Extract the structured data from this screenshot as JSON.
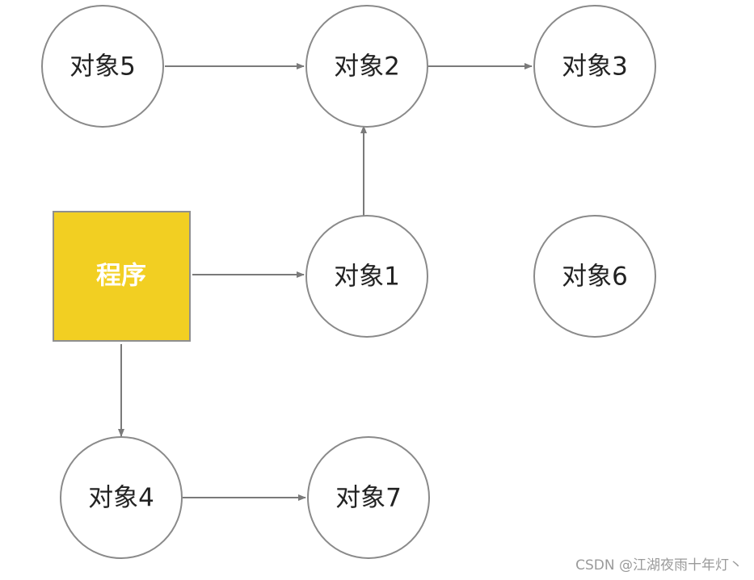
{
  "colors": {
    "program_fill": "#f2cf22",
    "edge": "#7a7a7a",
    "node_border": "#8a8a8a"
  },
  "program": {
    "label": "程序"
  },
  "nodes": {
    "n1": "对象1",
    "n2": "对象2",
    "n3": "对象3",
    "n4": "对象4",
    "n5": "对象5",
    "n6": "对象6",
    "n7": "对象7"
  },
  "edges": [
    {
      "from": "program",
      "to": "n1"
    },
    {
      "from": "program",
      "to": "n4"
    },
    {
      "from": "n1",
      "to": "n2"
    },
    {
      "from": "n5",
      "to": "n2"
    },
    {
      "from": "n2",
      "to": "n3"
    },
    {
      "from": "n4",
      "to": "n7"
    }
  ],
  "watermark": "CSDN @江湖夜雨十年灯丶"
}
